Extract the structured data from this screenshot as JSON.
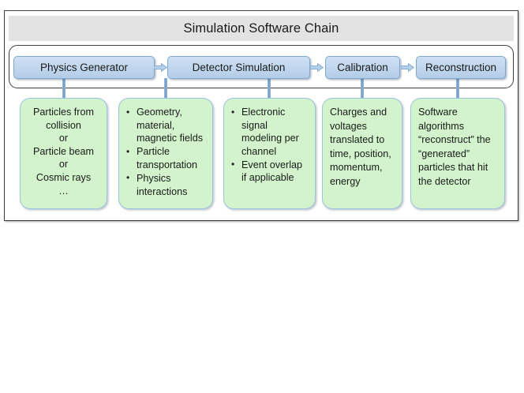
{
  "diagram": {
    "title": "Simulation Software Chain",
    "chain": {
      "steps": [
        {
          "label": "Physics Generator"
        },
        {
          "label": "Detector Simulation"
        },
        {
          "label": "Calibration"
        },
        {
          "label": "Reconstruction"
        }
      ],
      "arrow_icons": [
        "arrow-right-icon",
        "arrow-right-icon",
        "arrow-right-icon"
      ]
    },
    "details": [
      {
        "style": "centered",
        "lines": [
          "Particles from",
          "collision",
          "or",
          "Particle beam",
          "or",
          "Cosmic rays",
          "…"
        ]
      },
      {
        "style": "bullets",
        "items": [
          "Geometry, material, magnetic fields",
          "Particle transportation",
          "Physics interactions"
        ]
      },
      {
        "style": "bullets",
        "items": [
          "Electronic signal modeling per channel",
          "Event overlap if applicable"
        ]
      },
      {
        "style": "plain",
        "text": "Charges and voltages translated to time, position, momentum, energy"
      },
      {
        "style": "plain",
        "text": "Software algorithms “reconstruct” the “generated” particles that hit the detector"
      }
    ]
  },
  "colors": {
    "frame_border": "#3f3f3f",
    "title_bar_bg": "#e3e3e3",
    "process_box_fill": "#c3d8ee",
    "process_box_border": "#7fa8d0",
    "detail_box_fill": "#d3f3cd",
    "detail_box_border": "#9cc3e0",
    "connector": "#6f9bc6",
    "page_bg": "#ffffff"
  }
}
